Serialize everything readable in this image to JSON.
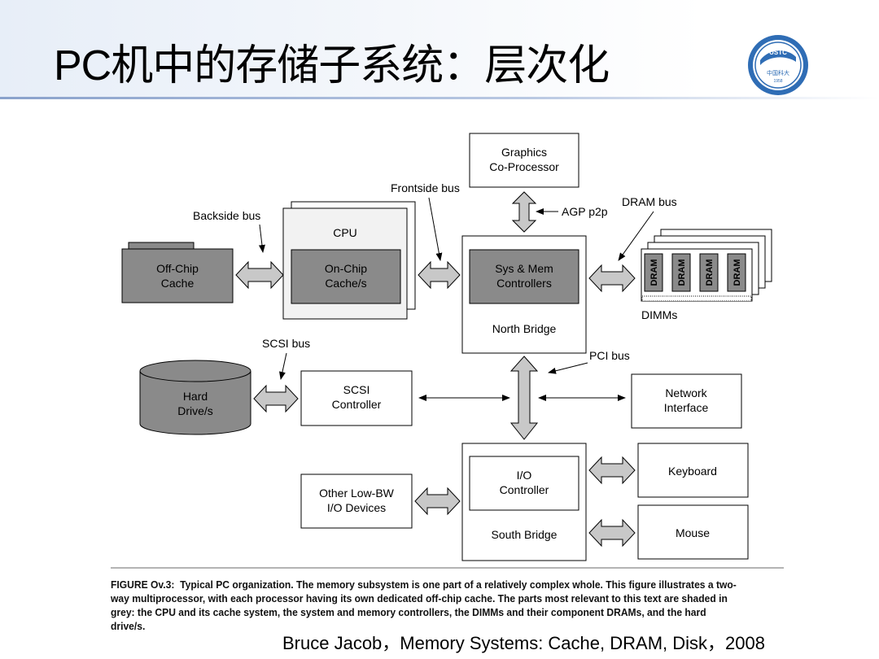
{
  "slide": {
    "title": "PC机中的存储子系统：层次化",
    "logo_text_top": "USTC",
    "logo_text_bottom": "中国科大",
    "logo_year": "1958",
    "citation": "Bruce Jacob，Memory Systems: Cache, DRAM, Disk，2008"
  },
  "diagram": {
    "graphics_line1": "Graphics",
    "graphics_line2": "Co-Processor",
    "frontside_bus": "Frontside bus",
    "agp": "AGP p2p",
    "dram_bus": "DRAM bus",
    "backside_bus": "Backside bus",
    "cpu": "CPU",
    "offchip_line1": "Off-Chip",
    "offchip_line2": "Cache",
    "onchip_line1": "On-Chip",
    "onchip_line2": "Cache/s",
    "sysmem_line1": "Sys & Mem",
    "sysmem_line2": "Controllers",
    "north_bridge": "North Bridge",
    "dram_chip": "DRAM",
    "dimms": "DIMMs",
    "scsi_bus": "SCSI bus",
    "pci_bus": "PCI bus",
    "harddrive_line1": "Hard",
    "harddrive_line2": "Drive/s",
    "scsi_line1": "SCSI",
    "scsi_line2": "Controller",
    "network_line1": "Network",
    "network_line2": "Interface",
    "io_line1": "I/O",
    "io_line2": "Controller",
    "keyboard": "Keyboard",
    "lowbw_line1": "Other Low-BW",
    "lowbw_line2": "I/O Devices",
    "south_bridge": "South Bridge",
    "mouse": "Mouse"
  },
  "caption": {
    "lead": "FIGURE Ov.3:",
    "text": "Typical PC organization. The memory subsystem is one part of a relatively complex whole. This figure illustrates a two-way multiprocessor, with each processor having its own dedicated off-chip cache. The parts most relevant to this text are shaded in grey: the CPU and its cache system, the system and memory controllers, the DIMMs and their component DRAMs, and the hard drive/s."
  },
  "colors": {
    "grey_fill": "#8a8a8a",
    "arrow_fill": "#c8c8c8",
    "logo_blue": "#2f6db5"
  }
}
